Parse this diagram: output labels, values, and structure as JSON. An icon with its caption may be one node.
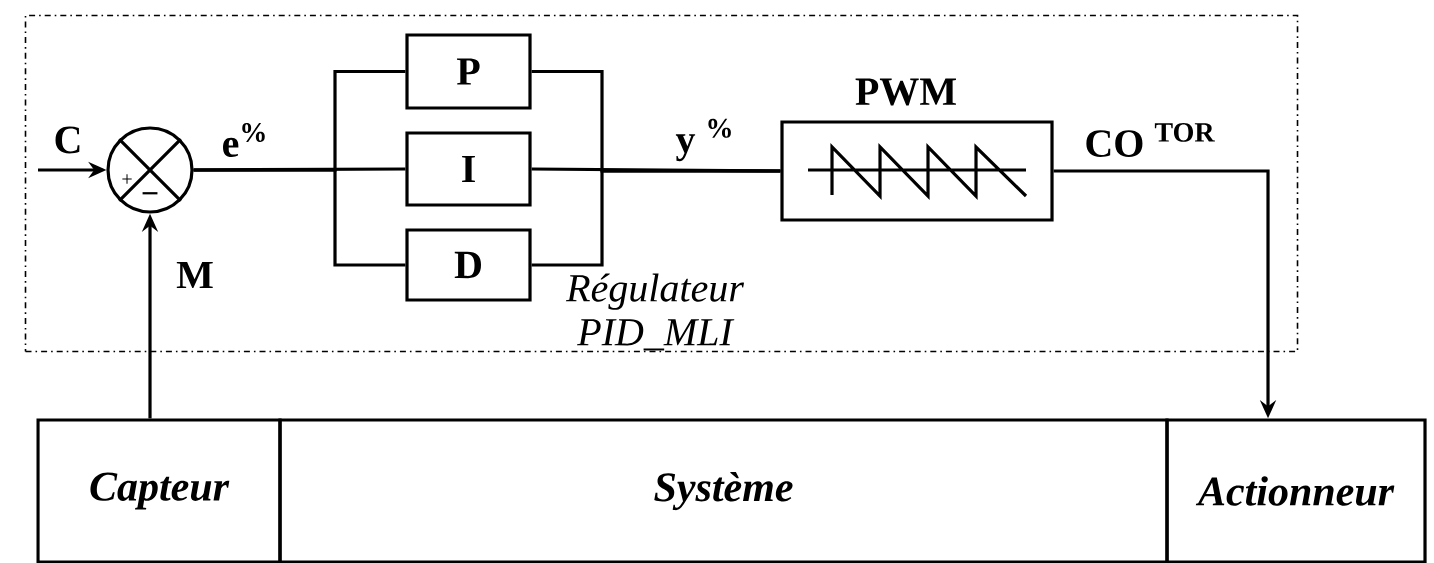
{
  "diagram": {
    "nodes": [
      {
        "text": [
          "Régulateur PID_MLI"
        ]
      },
      {
        "text": [
          "+",
          "−"
        ],
        "in": 0
      },
      {
        "text": [
          "P"
        ],
        "in": 0
      },
      {
        "text": [
          "I"
        ],
        "in": 0
      },
      {
        "text": [
          "D"
        ],
        "in": 0
      },
      {
        "text": [
          "PWM"
        ],
        "in": 0
      },
      {
        "text": [
          "Capteur"
        ]
      },
      {
        "text": [
          "Système"
        ]
      },
      {
        "text": [
          "Actionneur"
        ]
      }
    ],
    "edges": [
      {
        "from": null,
        "to": 1,
        "arrow": "to",
        "label": "C"
      },
      {
        "from": 1,
        "to": 2,
        "arrow": "none",
        "label": "e$^{%}$"
      },
      {
        "from": 1,
        "to": 3,
        "arrow": "none"
      },
      {
        "from": 1,
        "to": 4,
        "arrow": "none"
      },
      {
        "from": 2,
        "to": 5,
        "arrow": "none",
        "label": "y $^{%}$"
      },
      {
        "from": 3,
        "to": 5,
        "arrow": "none"
      },
      {
        "from": 4,
        "to": 5,
        "arrow": "none"
      },
      {
        "from": 5,
        "to": 8,
        "arrow": "to",
        "label": "CO $^{TOR}$"
      },
      {
        "from": 6,
        "to": 1,
        "arrow": "to",
        "label": "M"
      }
    ]
  }
}
